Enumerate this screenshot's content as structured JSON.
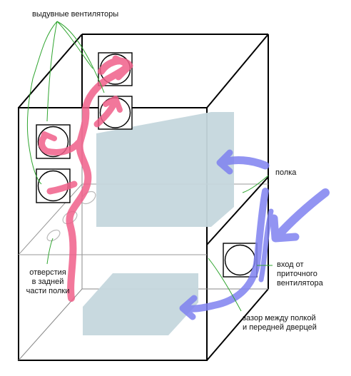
{
  "labels": {
    "exhaust_fans": "выдувные вентиляторы",
    "shelf": "полка",
    "intake_line1": "вход от",
    "intake_line2": "приточного",
    "intake_line3": "вентилятора",
    "holes_line1": "отверстия",
    "holes_line2": "в задней",
    "holes_line3": "части полки",
    "gap_line1": "зазор между полкой",
    "gap_line2": "и передней дверцей"
  },
  "colors": {
    "frame": "#000000",
    "hot_air": "#f0608a",
    "cold_air": "#7f82f0",
    "equipment": "#c5d7dd",
    "leader_line": "#2fa52f",
    "shelf_hole": "#b9b9b9"
  }
}
